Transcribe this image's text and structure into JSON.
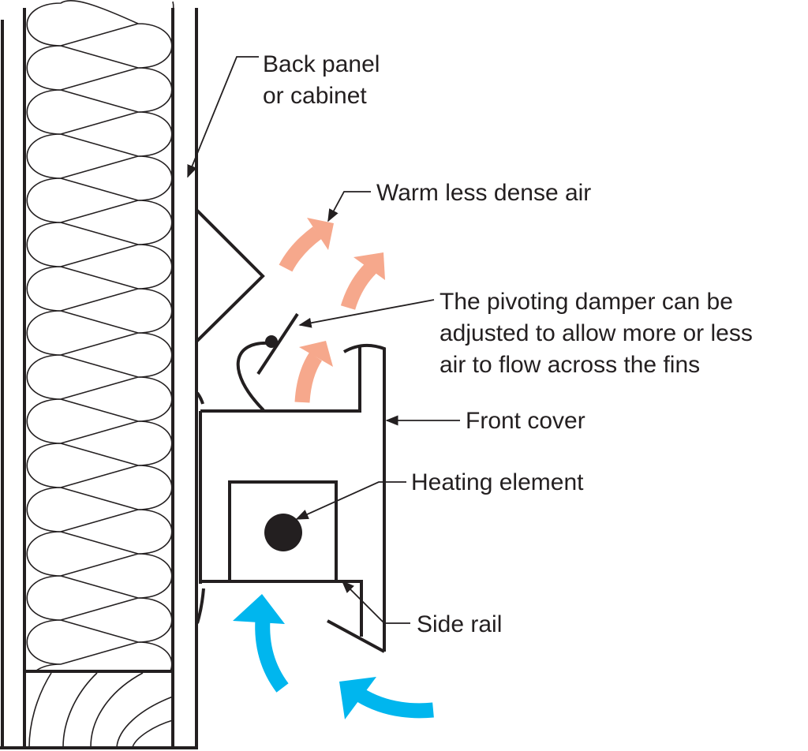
{
  "labels": {
    "back_panel": [
      "Back panel",
      "or cabinet"
    ],
    "warm_air": "Warm less dense air",
    "damper": [
      "The pivoting damper can be",
      "adjusted to allow more or less",
      "air to flow across the fins"
    ],
    "front_cover": "Front cover",
    "heating_element": "Heating element",
    "side_rail": "Side rail"
  },
  "colors": {
    "warm_air": "#F6A88C",
    "cool_air": "#00B6EE",
    "line": "#231F20"
  }
}
